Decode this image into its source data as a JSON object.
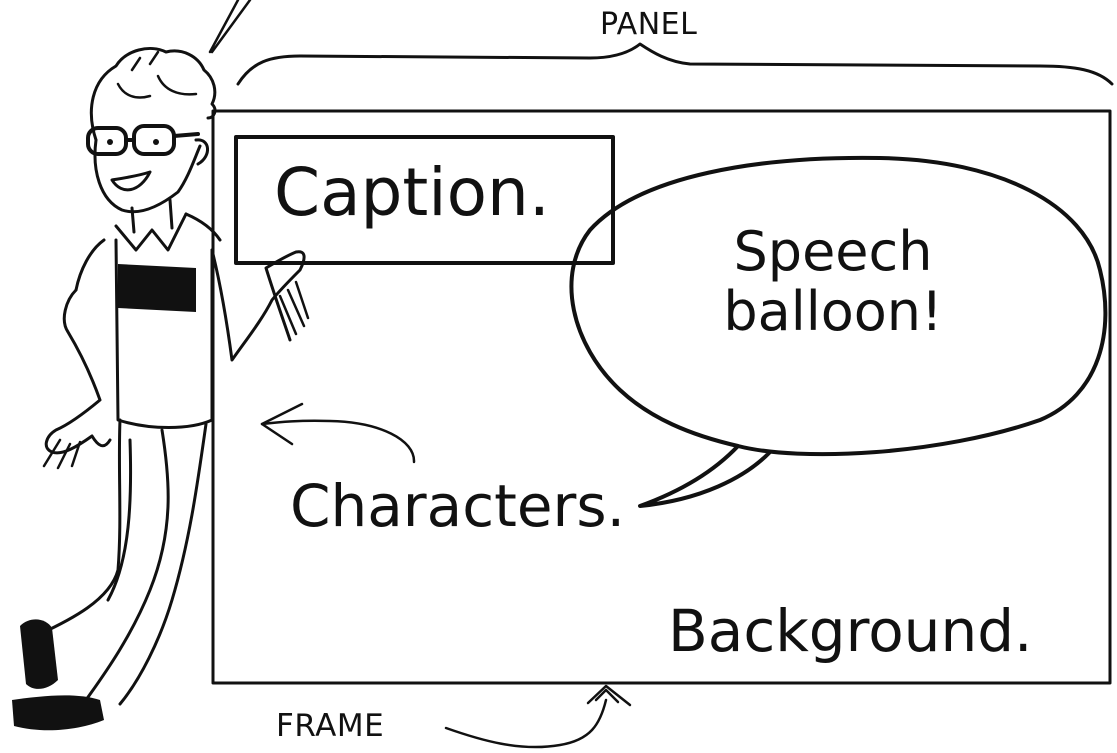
{
  "labels": {
    "panel": "PANEL",
    "frame": "FRAME",
    "caption": "Caption.",
    "speech_balloon": "Speech balloon!",
    "characters": "Characters.",
    "background": "Background."
  },
  "colors": {
    "ink": "#111111",
    "paper": "#ffffff"
  }
}
